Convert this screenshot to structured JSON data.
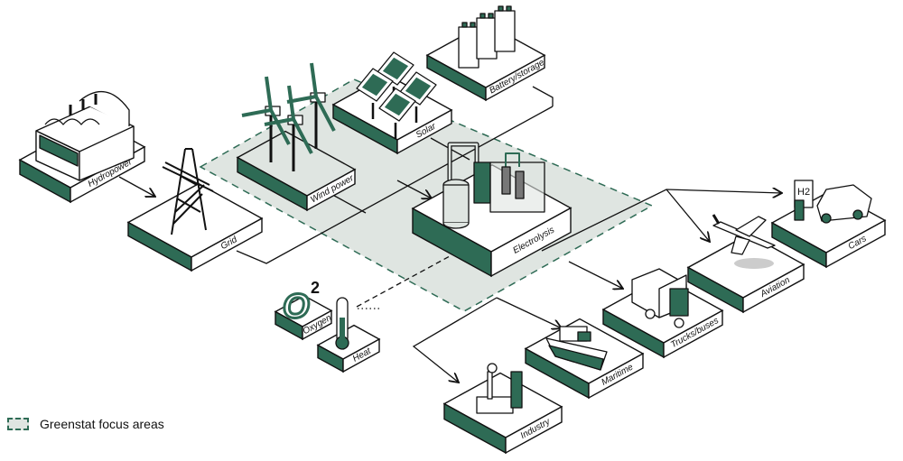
{
  "colors": {
    "green": "#2e6b55",
    "focus_fill": "#dfe5e1",
    "line": "#111111"
  },
  "blocks": {
    "hydropower": "Hydropower",
    "grid": "Grid",
    "wind": "Wind power",
    "solar": "Solar",
    "battery": "Battery/storage",
    "electrolysis": "Electrolysis",
    "oxygen": "Oxygen",
    "heat": "Heat",
    "industry": "Industry",
    "maritime": "Maritime",
    "trucks": "Trucks/buses",
    "aviation": "Aviation",
    "cars": "Cars"
  },
  "icons": {
    "oxygen_symbol": "O",
    "oxygen_sub": "2",
    "hydrogen_sign": "H2"
  },
  "legend": {
    "label": "Greenstat focus areas"
  }
}
